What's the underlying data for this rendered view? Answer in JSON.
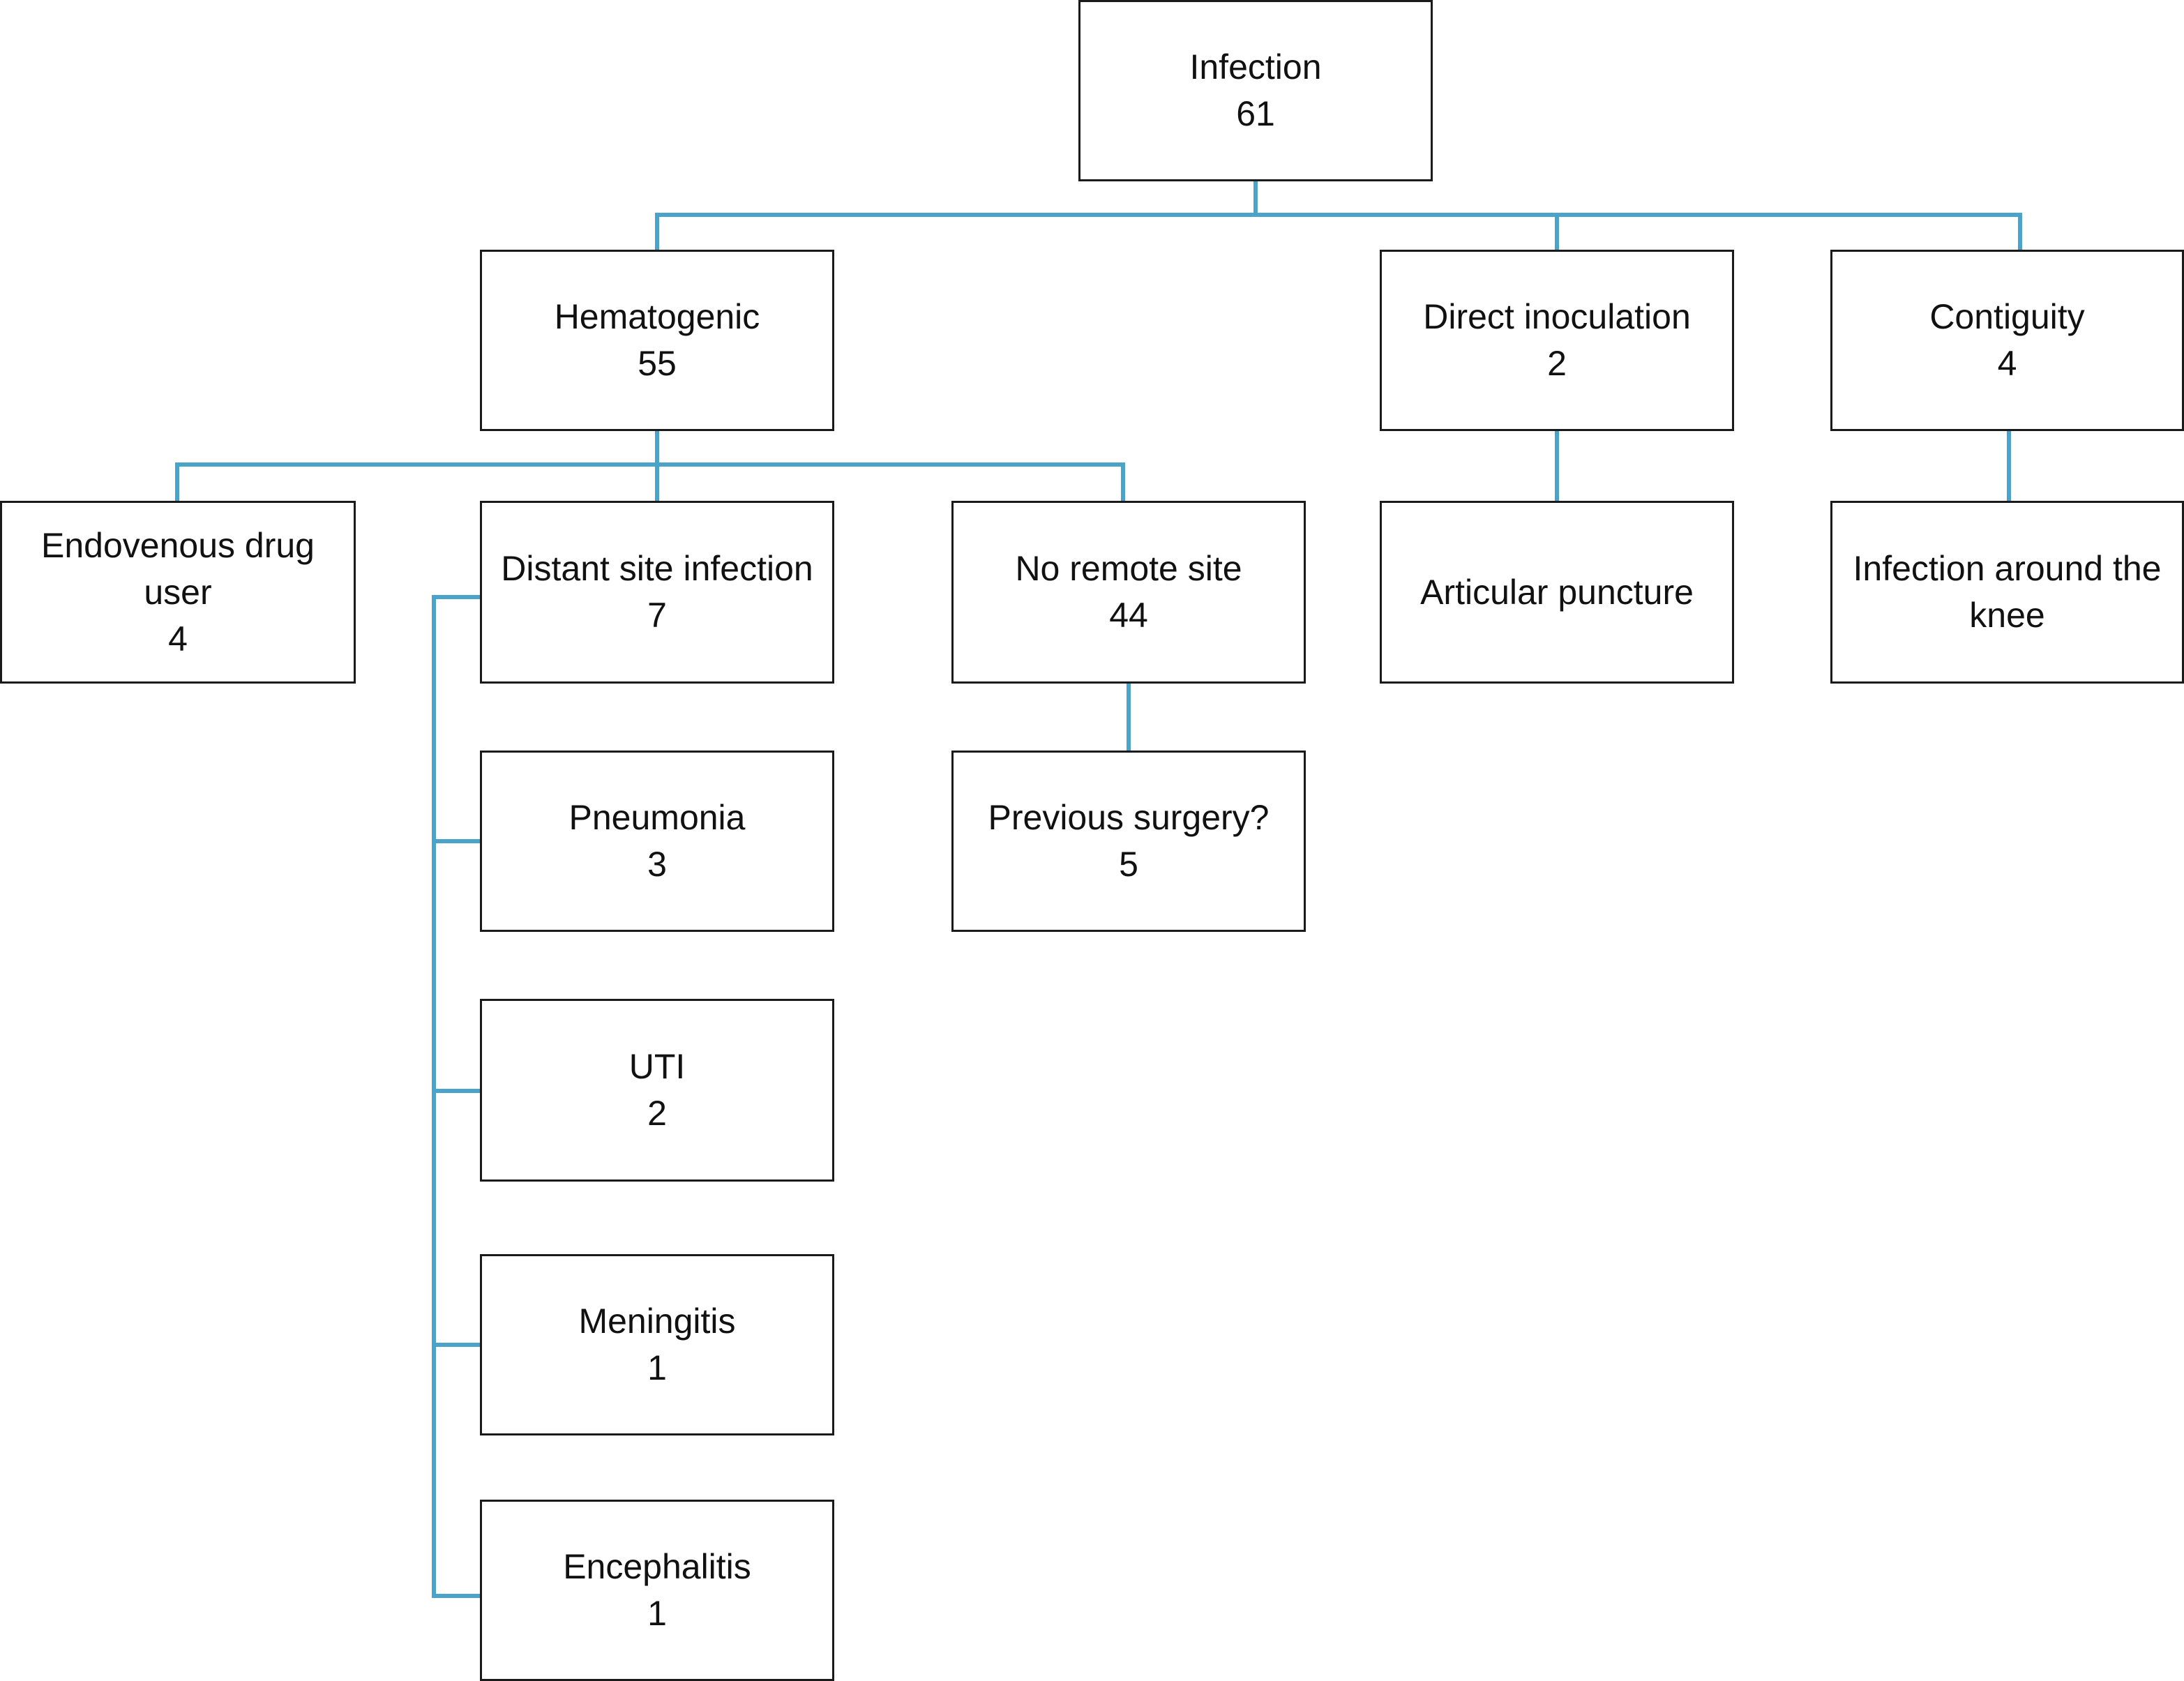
{
  "colors": {
    "connector": "#4aa3c8",
    "border": "#1a1a1a",
    "text": "#111111",
    "background": "#ffffff"
  },
  "nodes": {
    "infection": {
      "label": "Infection",
      "count": "61"
    },
    "hematogenic": {
      "label": "Hematogenic",
      "count": "55"
    },
    "direct_inoculation": {
      "label": "Direct inoculation",
      "count": "2"
    },
    "contiguity": {
      "label": "Contiguity",
      "count": "4"
    },
    "endovenous_drug_user": {
      "label_line1": "Endovenous drug",
      "label_line2": "user",
      "count": "4"
    },
    "distant_site_infection": {
      "label": "Distant site infection",
      "count": "7"
    },
    "no_remote_site": {
      "label": "No remote site",
      "count": "44"
    },
    "articular_puncture": {
      "label": "Articular puncture"
    },
    "infection_around_knee": {
      "label_line1": "Infection around the",
      "label_line2": "knee"
    },
    "previous_surgery": {
      "label": "Previous surgery?",
      "count": "5"
    },
    "pneumonia": {
      "label": "Pneumonia",
      "count": "3"
    },
    "uti": {
      "label": "UTI",
      "count": "2"
    },
    "meningitis": {
      "label": "Meningitis",
      "count": "1"
    },
    "encephalitis": {
      "label": "Encephalitis",
      "count": "1"
    }
  }
}
